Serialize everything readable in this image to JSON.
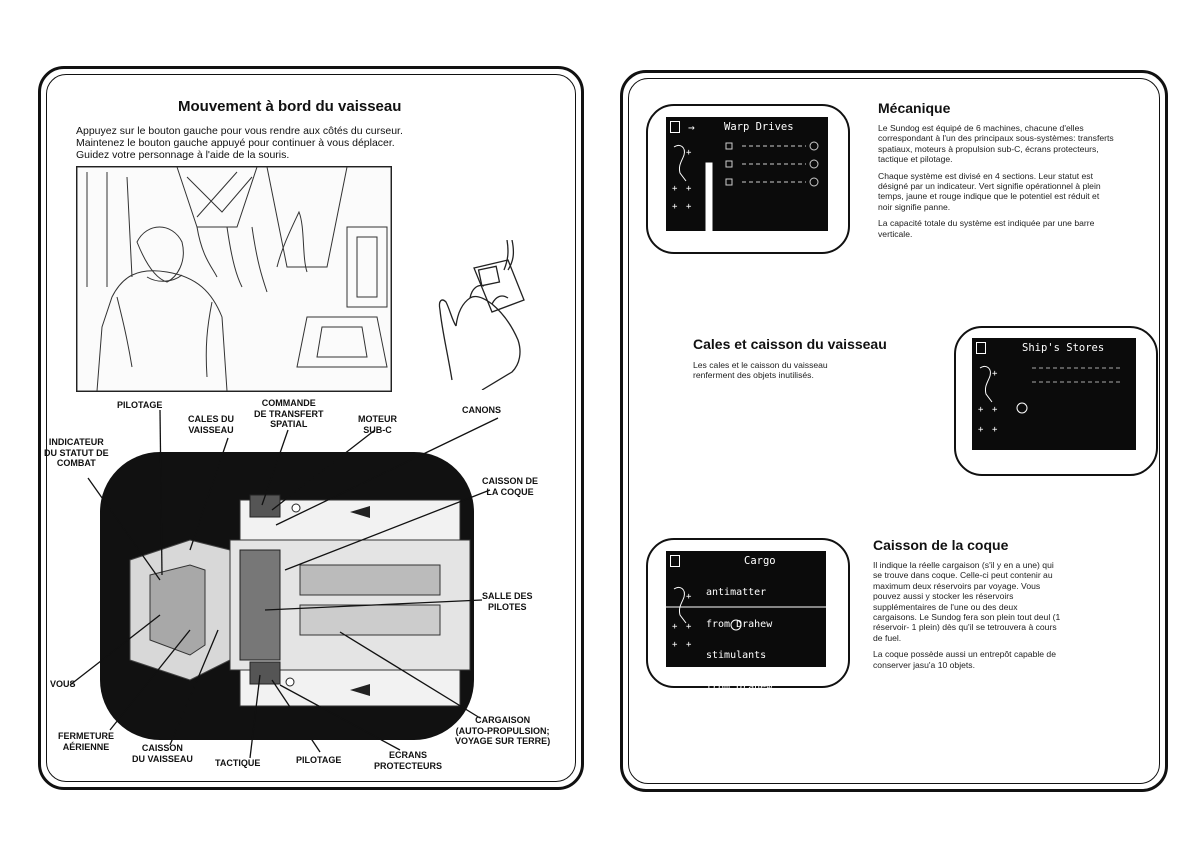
{
  "left": {
    "title": "Mouvement à bord du vaisseau",
    "instructions": [
      "Appuyez sur le bouton gauche pour vous rendre aux côtés du curseur.",
      "Maintenez le bouton gauche appuyé pour continuer à vous déplacer.",
      "Guidez votre personnage à l'aide de la souris."
    ],
    "labels": {
      "pilotage_top": "PILOTAGE",
      "cales": [
        "CALES DU",
        "VAISSEAU"
      ],
      "commande": [
        "COMMANDE",
        "DE TRANSFERT",
        "SPATIAL"
      ],
      "moteur": [
        "MOTEUR",
        "SUB-C"
      ],
      "canons": "CANONS",
      "indicateur": [
        "INDICATEUR",
        "DU STATUT DE",
        "COMBAT"
      ],
      "caisson_coque": [
        "CAISSON DE",
        "LA COQUE"
      ],
      "salle": [
        "SALLE DES",
        "PILOTES"
      ],
      "vous": "VOUS",
      "cargaison": [
        "CARGAISON",
        "(AUTO-PROPULSION;",
        "VOYAGE SUR TERRE)"
      ],
      "fermeture": [
        "FERMETURE",
        "AÉRIENNE"
      ],
      "caisson_vaisseau": [
        "CAISSON",
        "DU VAISSEAU"
      ],
      "tactique": "TACTIQUE",
      "pilotage_bottom": "PILOTAGE",
      "ecrans": [
        "ECRANS",
        "PROTECTEURS"
      ]
    }
  },
  "right": {
    "mecanique": {
      "title": "Mécanique",
      "paragraphs": [
        "Le Sundog est équipé de 6 machines, chacune d'elles correspondant à l'un des principaux sous-systèmes: transferts spatiaux, moteurs à propulsion sub-C, écrans protecteurs, tactique et pilotage.",
        "Chaque système est divisé en 4 sections. Leur statut est désigné par un indicateur. Vert signifie opérationnel à plein temps, jaune et rouge indique que le potentiel est réduit et noir signifie panne.",
        "La capacité totale du système est indiquée par une barre verticale."
      ],
      "screen_title": "Warp Drives"
    },
    "cales": {
      "title": "Cales et caisson du vaisseau",
      "paragraph": "Les cales et le caisson du vaisseau renferment des objets inutilisés.",
      "screen_title": "Ship's Stores"
    },
    "caisson": {
      "title": "Caisson de la coque",
      "paragraphs": [
        "Il indique la réelle cargaison (s'il y en a une) qui se trouve dans coque. Celle-ci peut contenir au maximum deux réservoirs par voyage. Vous pouvez aussi y stocker les réservoirs supplémentaires de l'une ou des deux cargaisons. Le Sundog fera son plein tout deul (1 réservoir- 1 plein) dès qu'il se tetrouvera à cours de fuel.",
        "La coque possède aussi un entrepôt capable de conserver jasu'a 10 objets."
      ],
      "screen_title": "Cargo",
      "screen_lines": [
        "antimatter",
        "from Drahew",
        "stimulants",
        "from Drahew"
      ]
    }
  }
}
